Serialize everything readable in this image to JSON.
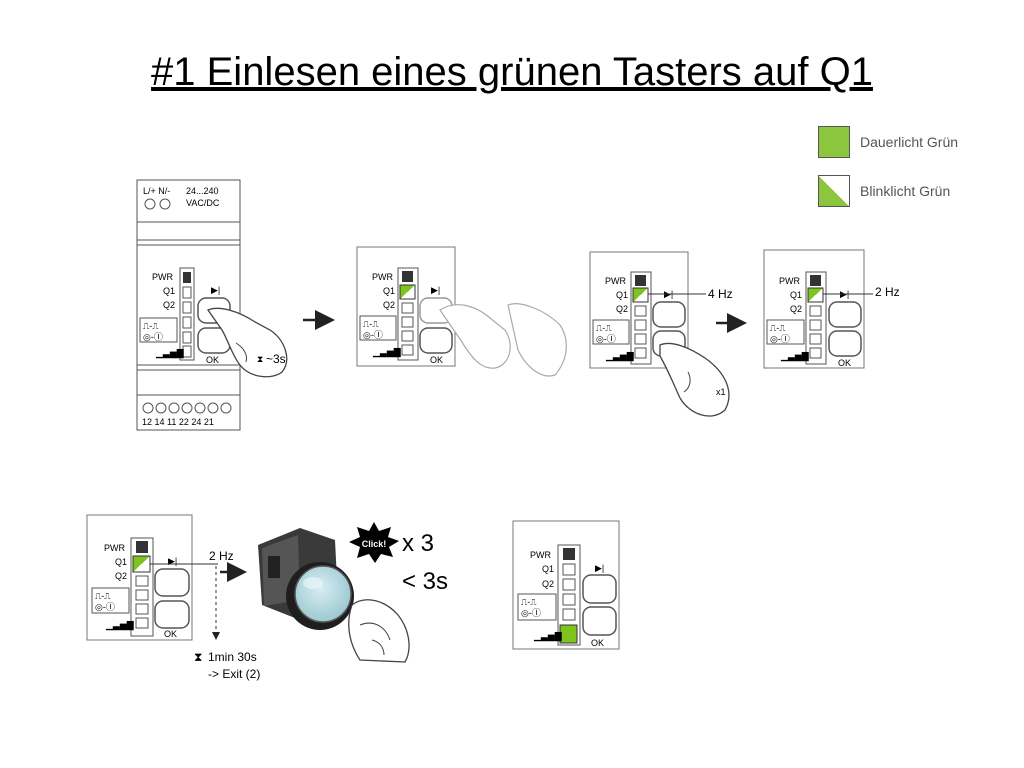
{
  "title": "#1 Einlesen eines grünen Tasters auf Q1",
  "colors": {
    "green": "#7dc41f",
    "legend_green": "#8cc63f",
    "gray": "#aaaaaa",
    "dark": "#333333"
  },
  "legend": [
    {
      "label": "Dauerlicht Grün",
      "icon": "solid-green-square"
    },
    {
      "label": "Blinklicht Grün",
      "icon": "half-green-square"
    }
  ],
  "device": {
    "supply_terminals": "L/+ N/-",
    "supply_voltage_1": "24...240",
    "supply_voltage_2": "VAC/DC",
    "led_labels": [
      "PWR",
      "Q1",
      "Q2"
    ],
    "ok_label": "OK",
    "bottom_terminals": "12 14 11 22 24 21"
  },
  "annotations": {
    "press_time": "~3s",
    "freq_4hz": "4 Hz",
    "press_count": "x1",
    "freq_2hz_a": "2 Hz",
    "freq_2hz_b": "2 Hz",
    "timeout_1": "1min 30s",
    "timeout_2": "-> Exit (2)",
    "click_badge": "Click!",
    "click_count": "x 3",
    "click_time": "< 3s"
  }
}
